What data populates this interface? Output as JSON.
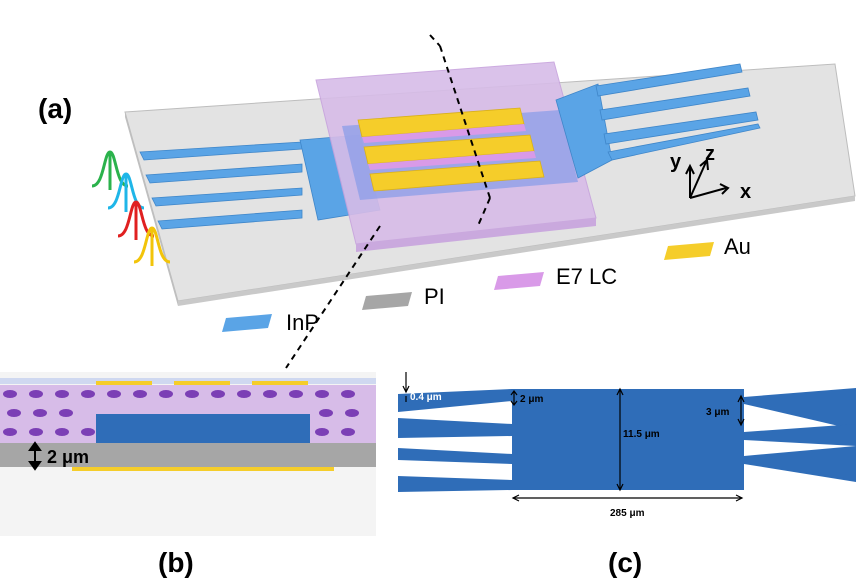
{
  "panels": {
    "a": "(a)",
    "b": "(b)",
    "c": "(c)"
  },
  "legend": [
    {
      "label": "InP",
      "color": "#5aa4e6"
    },
    {
      "label": "PI",
      "color": "#a6a6a6"
    },
    {
      "label": "E7 LC",
      "color": "#d99ae8"
    },
    {
      "label": "Au",
      "color": "#f5cd2a"
    }
  ],
  "axes": {
    "x": "x",
    "y": "y",
    "z": "z"
  },
  "cross_section": {
    "thickness_label": "2 μm"
  },
  "top_view": {
    "dims": {
      "width_thin": "0.4 μm",
      "gap_left": "2 μm",
      "height": "11.5 μm",
      "gap_right": "3 μm",
      "length": "285 μm"
    }
  },
  "colors": {
    "inp": "#5aa4e6",
    "inp_dark": "#2f6db8",
    "pi": "#a6a6a6",
    "substrate": "#d9d9d9",
    "lc": "#d7bce8",
    "lc_molecule": "#7b3fb5",
    "au": "#f5cd2a",
    "pulse_green": "#2bb24c",
    "pulse_cyan": "#1fb6e8",
    "pulse_red": "#e02020",
    "pulse_yellow": "#f2c40a"
  },
  "icons": [
    "gaussian-pulse-icon",
    "axis-triad-icon",
    "dimension-arrow-icon"
  ]
}
